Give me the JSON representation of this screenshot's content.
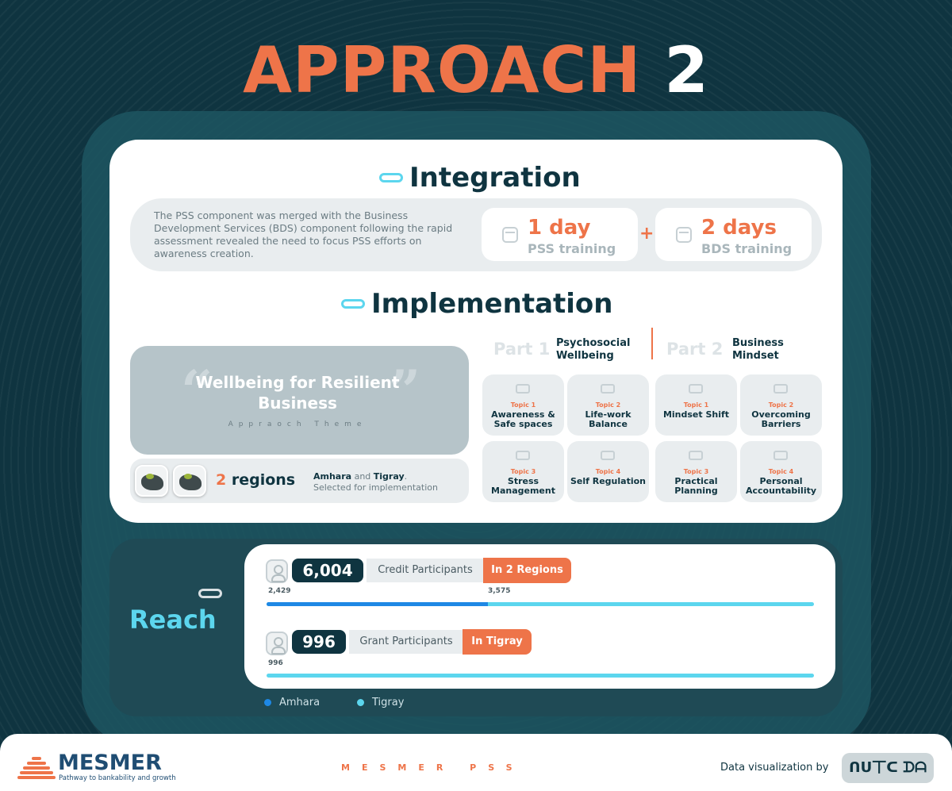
{
  "title": {
    "part1": "APPROACH",
    "part2": "2"
  },
  "integration": {
    "heading": "Integration",
    "description": "The PSS component was merged with the Business Development Services (BDS) component following the rapid assessment revealed the need to focus PSS efforts on awareness creation.",
    "pss": {
      "value": "1 day",
      "label": "PSS training"
    },
    "plus": "+",
    "bds": {
      "value": "2 days",
      "label": "BDS training"
    }
  },
  "implementation": {
    "heading": "Implementation",
    "theme": {
      "title": "Wellbeing for Resilient Business",
      "subtitle": "Appraoch Theme"
    },
    "regions": {
      "count": "2",
      "word": "regions",
      "r1": "Amhara",
      "and": "and",
      "r2": "Tigray",
      "tail": ".",
      "note": "Selected for implementation"
    },
    "part1": {
      "label": "Part 1",
      "title": "Psychosocial Wellbeing",
      "topics": [
        {
          "num": "Topic 1",
          "name": "Awareness & Safe spaces"
        },
        {
          "num": "Topic 2",
          "name": "Life-work Balance"
        },
        {
          "num": "Topic 3",
          "name": "Stress Management"
        },
        {
          "num": "Topic 4",
          "name": "Self Regulation"
        }
      ]
    },
    "part2": {
      "label": "Part 2",
      "title": "Business Mindset",
      "topics": [
        {
          "num": "Topic 1",
          "name": "Mindset Shift"
        },
        {
          "num": "Topic 2",
          "name": "Overcoming Barriers"
        },
        {
          "num": "Topic 3",
          "name": "Practical Planning"
        },
        {
          "num": "Topic 4",
          "name": "Personal Accountability"
        }
      ]
    }
  },
  "reach": {
    "heading": "Reach",
    "credit": {
      "total": "6,004",
      "label": "Credit Participants",
      "badge": "In 2 Regions",
      "amhara": "2,429",
      "tigray": "3,575",
      "amhara_share": 0.4046
    },
    "grant": {
      "total": "996",
      "label": "Grant Participants",
      "badge": "In Tigray",
      "tigray": "996",
      "amhara_share": 0
    },
    "legend": {
      "amhara": "Amhara",
      "tigray": "Tigray"
    },
    "colors": {
      "amhara": "#1e88e5",
      "tigray": "#5cd6ee"
    }
  },
  "footer": {
    "brand": "MESMER",
    "tagline": "Pathway to bankability and growth",
    "center": "MESMER PSS",
    "by": "Data visualization by",
    "partner": "ᑎᑌ丅ᑕ ᗪᗩ"
  }
}
